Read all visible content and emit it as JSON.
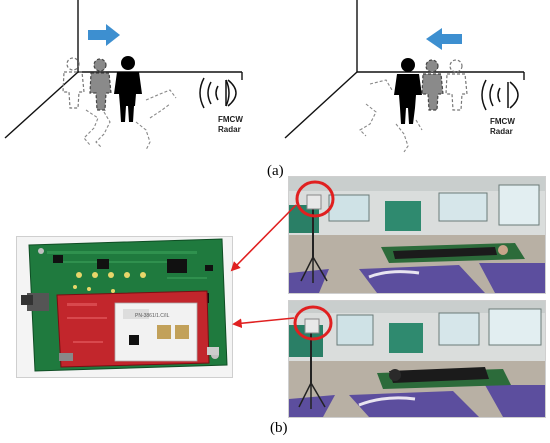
{
  "panel_a": {
    "label": "(a)",
    "left_scene": {
      "radar_label_line1": "FMCW",
      "radar_label_line2": "Radar",
      "arrow_direction": "right"
    },
    "right_scene": {
      "radar_label_line1": "FMCW",
      "radar_label_line2": "Radar",
      "arrow_direction": "left"
    },
    "arrow_color": "#3d8fd0"
  },
  "panel_b": {
    "label": "(b)",
    "arrow_color": "#e02020",
    "highlight_color": "#e02020",
    "board": {
      "board_text": "PN-3861/1.C/IL"
    }
  }
}
